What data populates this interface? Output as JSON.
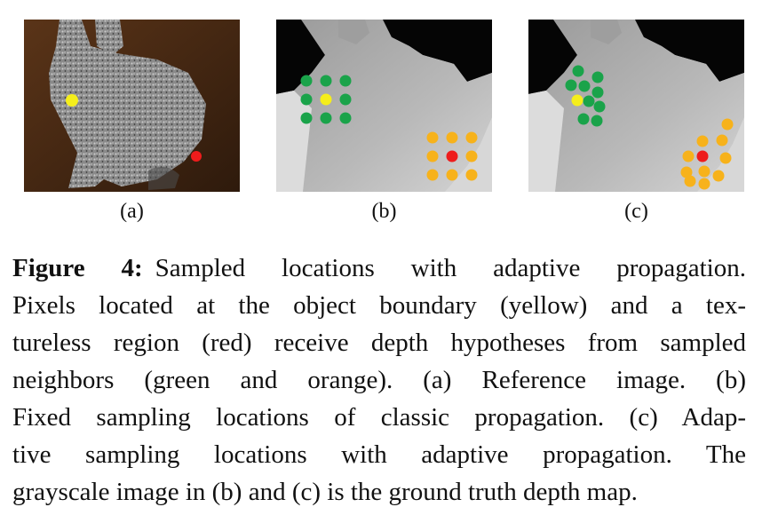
{
  "panels": [
    {
      "id": "a",
      "label": "(a)",
      "description": "Reference image"
    },
    {
      "id": "b",
      "label": "(b)",
      "description": "Fixed sampling locations of classic propagation"
    },
    {
      "id": "c",
      "label": "(c)",
      "description": "Adaptive sampling locations with adaptive propagation"
    }
  ],
  "legend_colors": {
    "boundary_pixel": "#f5ee1a",
    "textureless_pixel": "#ee1c1c",
    "boundary_neighbors": "#1aa34a",
    "textureless_neighbors": "#f7b21b"
  },
  "caption": {
    "figure_number": "Figure 4:",
    "lines": [
      "Sampled locations with adaptive propagation.",
      "Pixels located at the object boundary (yellow) and a tex-",
      "tureless region (red) receive depth hypotheses from sampled",
      "neighbors (green and orange).  (a) Reference image.  (b)",
      "Fixed sampling locations of classic propagation. (c) Adap-",
      "tive sampling locations with adaptive propagation.  The",
      "grayscale image in (b) and (c) is the ground truth depth map."
    ]
  }
}
